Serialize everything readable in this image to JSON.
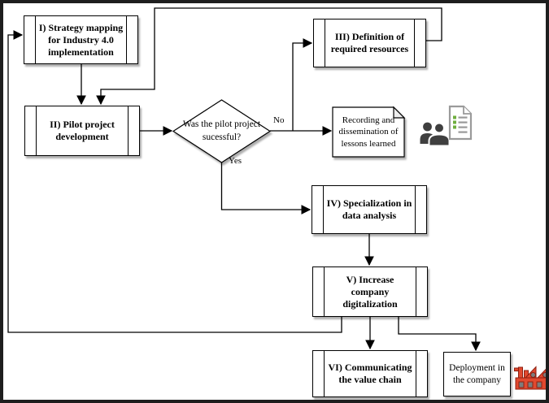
{
  "frame": {
    "border_color": "#1e1e1e",
    "background": "#ffffff"
  },
  "nodes": {
    "step1": {
      "label": "I) Strategy mapping for Industry 4.0 implementation"
    },
    "step2": {
      "label": "II) Pilot project development"
    },
    "step3": {
      "label": "III) Definition of required resources"
    },
    "step4": {
      "label": "IV) Specialization in data analysis"
    },
    "step5": {
      "label": "V) Increase company digitalization"
    },
    "step6": {
      "label": "VI) Communicating the value chain"
    },
    "decision": {
      "label": "Was the pilot project sucessful?"
    },
    "lessons": {
      "label": "Recording and dissemination of lessons learned"
    },
    "deployment": {
      "label": "Deployment in the company"
    }
  },
  "edge_labels": {
    "no": "No",
    "yes": "Yes"
  },
  "icons": {
    "people": {
      "color": "#3f3f3f"
    },
    "checklist": {
      "outline": "#9a9a9a",
      "accent_green": "#6fae3e"
    },
    "factory": {
      "fill": "#e2492f",
      "dark": "#8e1f10",
      "window": "#7d7d7d"
    }
  }
}
